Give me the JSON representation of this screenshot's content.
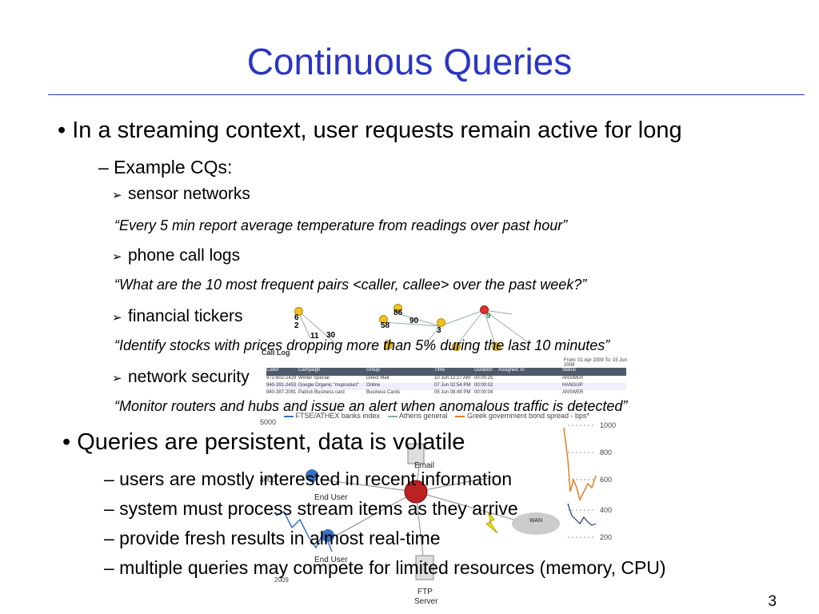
{
  "title": "Continuous Queries",
  "bullets": {
    "b1": "• In a streaming context, user requests remain active for long",
    "b1_sub": "– Example CQs:",
    "items": [
      {
        "label": "sensor networks",
        "quote": "“Every 5 min report average temperature from readings over past hour”"
      },
      {
        "label": "phone call logs",
        "quote": "“What are the 10 most frequent pairs <caller, callee> over the past week?”"
      },
      {
        "label": "financial tickers",
        "quote": "“Identify stocks with prices dropping more than 5% during the last 10 minutes”"
      },
      {
        "label": "network security",
        "quote": "“Monitor routers and hubs and issue an alert when anomalous traffic is detected”"
      }
    ],
    "b2": "• Queries are persistent, data is volatile",
    "b2_subs": [
      "– users are mostly interested in recent information",
      "– system must process stream items as they arrive",
      "– provide fresh results in almost real-time",
      "– multiple queries may compete for limited resources (memory, CPU)"
    ]
  },
  "arrow_glyph": "➢",
  "page_number": "3",
  "overlay": {
    "graph_labels": [
      "6",
      "2",
      "11",
      "30",
      "86",
      "90",
      "58",
      "3",
      "9"
    ],
    "call_log": {
      "title": "Call Log",
      "from_to": "From: 01 Apr 2009  To: 15 Jun 2009",
      "headers": [
        "Caller",
        "Campaign",
        "Group",
        "Time",
        "Duration",
        "Assigned To",
        "Status"
      ],
      "rows": [
        [
          "972-602-2429",
          "Winter Special",
          "Direct Mail",
          "10 Jun 12:27 AM",
          "00:00:25",
          "",
          "ANSWER"
        ],
        [
          "940-391-2453",
          "Google Organic \"msproduct\"",
          "Online",
          "07 Jun 02:54 PM",
          "00:00:02",
          "",
          "HANGUP"
        ],
        [
          "940-387-2091",
          "Patrick Business card",
          "Business Cards",
          "05 Jun 08:49 PM",
          "00:00:04",
          "",
          "ANSWER"
        ]
      ]
    },
    "chart_legend": [
      "FTSE/ATHEX banks index",
      "Athens general",
      "Greek government bond spread - bps*"
    ],
    "chart_ticks_left": [
      "5000",
      "4000"
    ],
    "chart_ticks_right": [
      "1000",
      "800",
      "600",
      "400",
      "200"
    ],
    "chart_year": "2009",
    "network_labels": [
      "End User",
      "Email",
      "WAN",
      "End User",
      "FTP",
      "Server"
    ]
  }
}
